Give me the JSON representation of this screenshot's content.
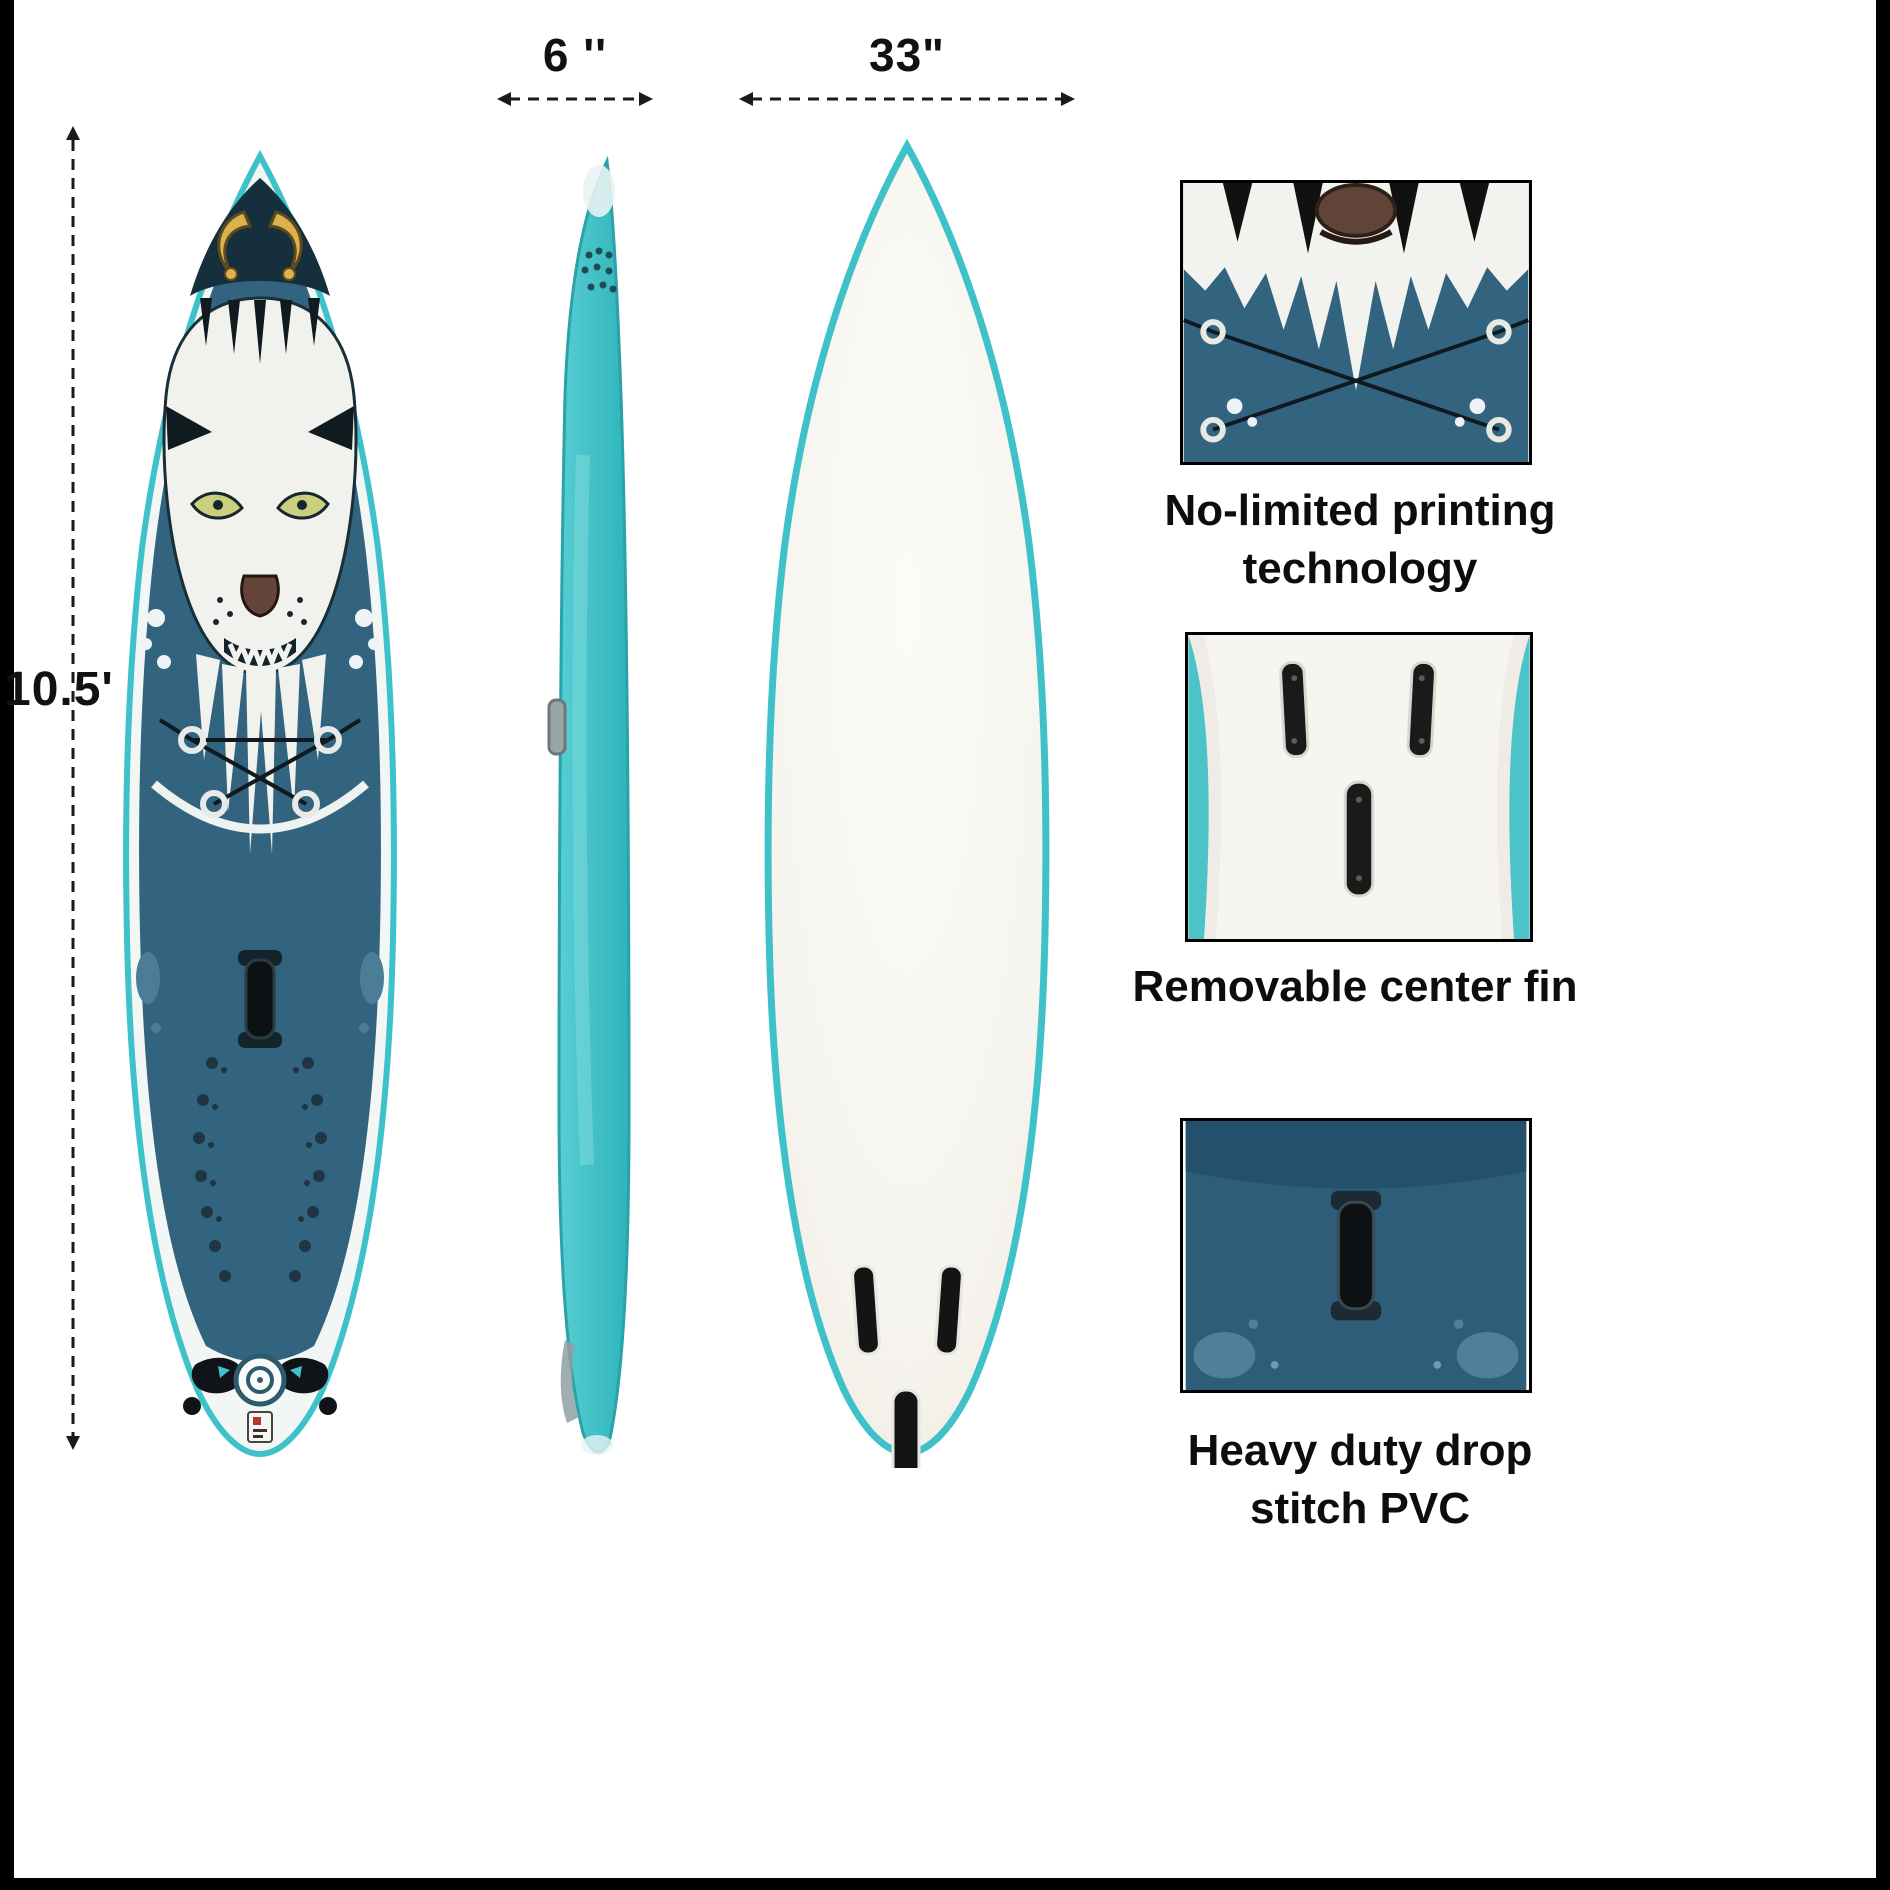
{
  "dimensions": {
    "thickness_label": "6 ''",
    "width_label": "33\"",
    "length_label": "10.5'"
  },
  "features": [
    {
      "caption": "No-limited printing technology"
    },
    {
      "caption": "Removable center fin"
    },
    {
      "caption": "Heavy duty drop stitch PVC"
    }
  ],
  "colors": {
    "teal_accent": "#3fc1c9",
    "board_blue": "#32647f",
    "artwork_yellow": "#ddb14e",
    "fin_black": "#141414",
    "dimension_line": "#1a1a1a",
    "text_color": "#0d0d0d"
  }
}
